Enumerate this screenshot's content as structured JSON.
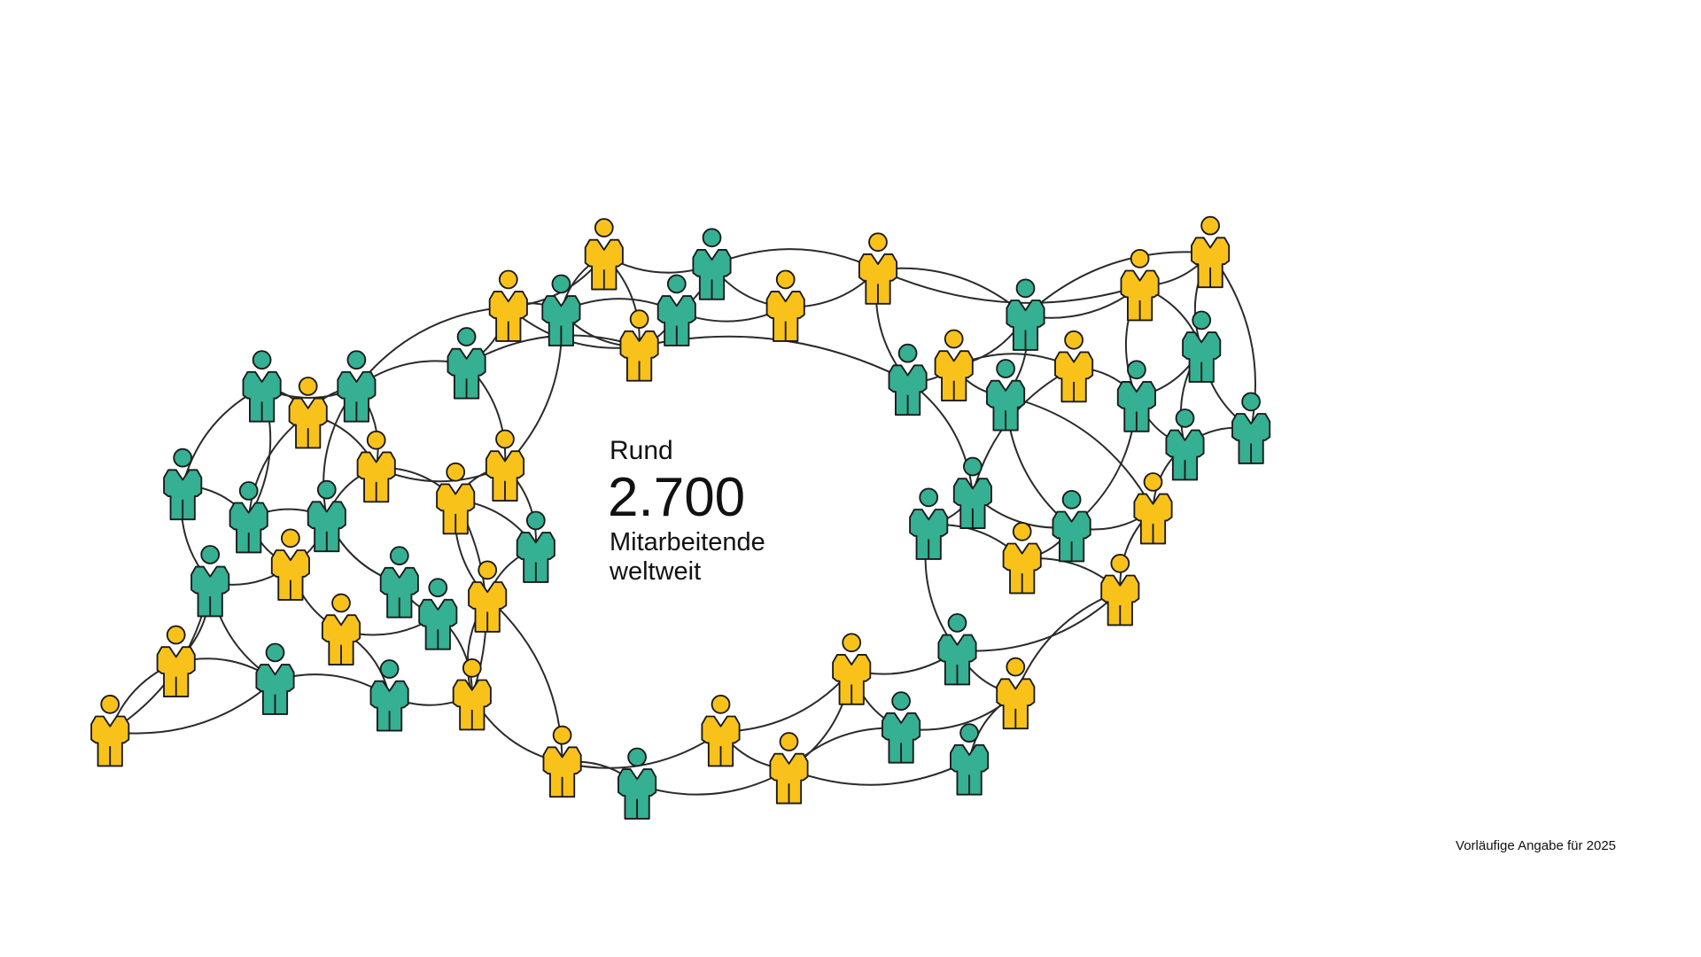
{
  "colors": {
    "accent_yellow": "#F9C21B",
    "accent_green": "#35B092",
    "line": "#2b2b2b",
    "outline": "#1a1a1a"
  },
  "caption": {
    "prefix": "Rund",
    "number": "2.700",
    "line1": "Mitarbeitende",
    "line2": "weltweit"
  },
  "footnote": "Vorläufige Angabe für 2025",
  "icons": {
    "person": "person-icon"
  }
}
